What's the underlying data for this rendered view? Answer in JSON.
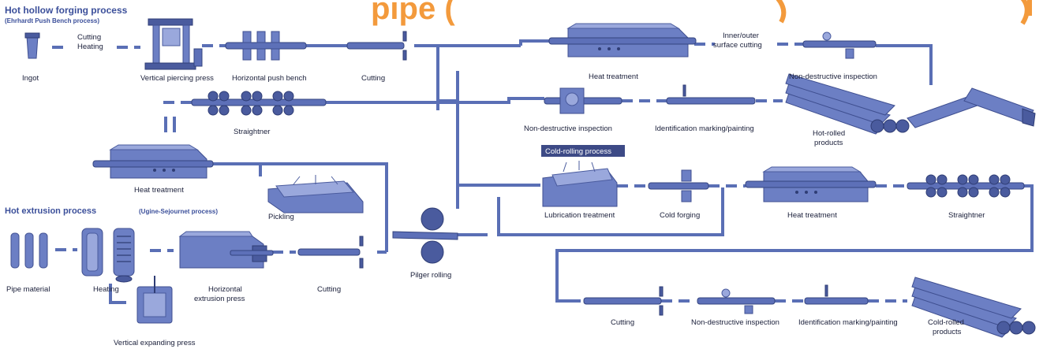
{
  "top_title_fragment": "pipe (",
  "sections": {
    "hot_hollow": {
      "title": "Hot hollow forging process",
      "subtitle": "(Ehrhardt Push Bench process)"
    },
    "hot_extrusion": {
      "title": "Hot extrusion process",
      "subtitle": "(Ugine-Sejournet process)"
    },
    "cold_rolling": {
      "badge": "Cold-rolling process"
    }
  },
  "labels": {
    "ingot": "Ingot",
    "cutting_heating_1": "Cutting",
    "cutting_heating_2": "Heating",
    "vertical_piercing_press": "Vertical piercing press",
    "horizontal_push_bench": "Horizontal push bench",
    "cutting_top": "Cutting",
    "heat_treatment_top": "Heat treatment",
    "inner_outer_1": "Inner/outer",
    "inner_outer_2": "surface cutting",
    "ndi_top": "Non-destructive inspection",
    "straightner_top": "Straightner",
    "ndi_mid": "Non-destructive inspection",
    "id_marking_mid": "Identification marking/painting",
    "hot_rolled_1": "Hot-rolled",
    "hot_rolled_2": "products",
    "heat_treatment_left": "Heat treatment",
    "pickling": "Pickling",
    "lubrication": "Lubrication treatment",
    "cold_forging": "Cold forging",
    "heat_treatment_cold": "Heat treatment",
    "straightner_cold": "Straightner",
    "pipe_material": "Pipe material",
    "heating": "Heating",
    "horizontal_extrusion_1": "Horizontal",
    "horizontal_extrusion_2": "extrusion press",
    "cutting_extrusion": "Cutting",
    "pilger_rolling": "Pilger rolling",
    "vertical_expanding": "Vertical expanding press",
    "cutting_bottom": "Cutting",
    "ndi_bottom": "Non-destructive inspection",
    "id_marking_bottom": "Identification marking/painting",
    "cold_rolled_1": "Cold-rolled",
    "cold_rolled_2": "products"
  },
  "colors": {
    "flow": "#5a6fb5",
    "machine": "#6c7fc4",
    "header": "#3b4f9a",
    "title_fragment": "#f39a3c"
  }
}
